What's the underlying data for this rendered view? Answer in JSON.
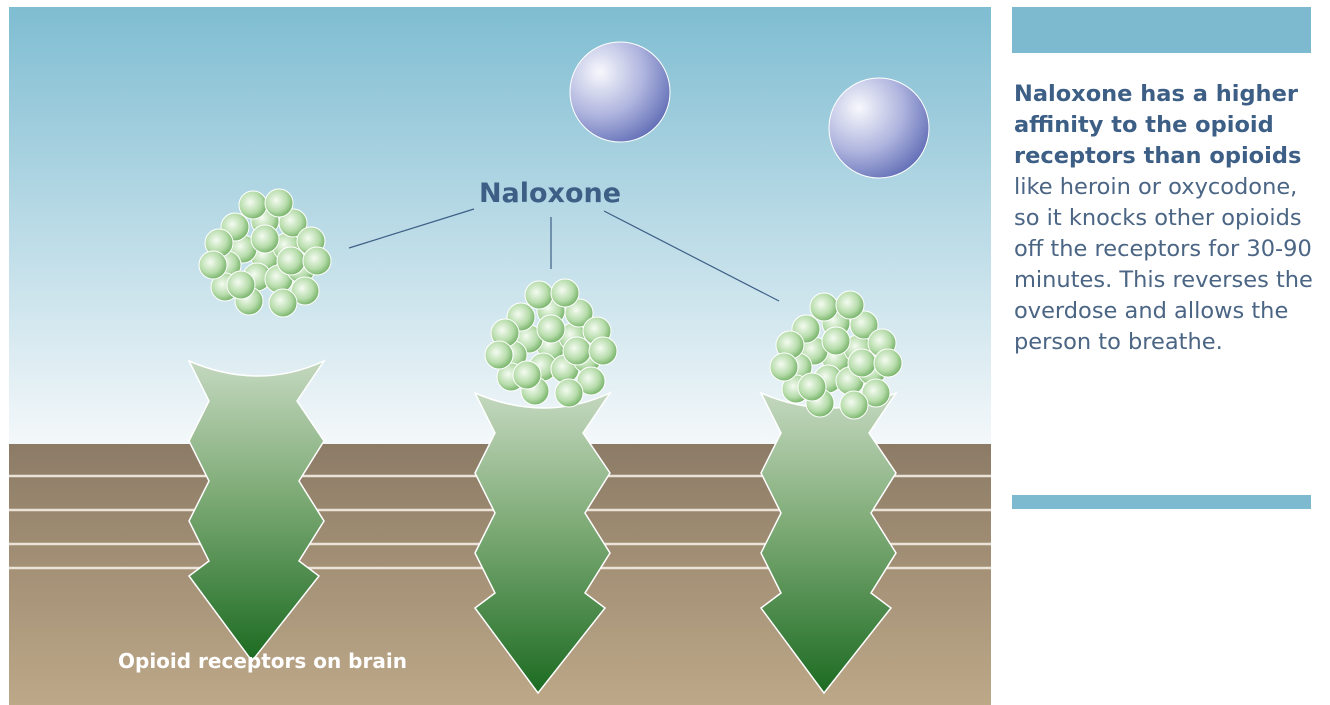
{
  "diagram": {
    "molecule_label": "Naloxone",
    "membrane_label": "Opioid receptors on brain"
  },
  "sidebar": {
    "caption_bold": "Naloxone has a higher affinity to the opioid receptors than opioids",
    "caption_rest": " like heroin or oxycodone, so it knocks other opioids off the receptors for 30-90 minutes. This reverses the overdose and allows the person to breathe."
  },
  "colors": {
    "sky_top": "#7fbdd2",
    "sky_bottom": "#f4f8fa",
    "membrane_top": "#8c7b66",
    "membrane_bottom": "#bda888",
    "accent_bar": "#7db9cf",
    "text_blue": "#3d5f86",
    "receptor_top": "#c4d8bf",
    "receptor_bottom": "#1c6b22"
  }
}
